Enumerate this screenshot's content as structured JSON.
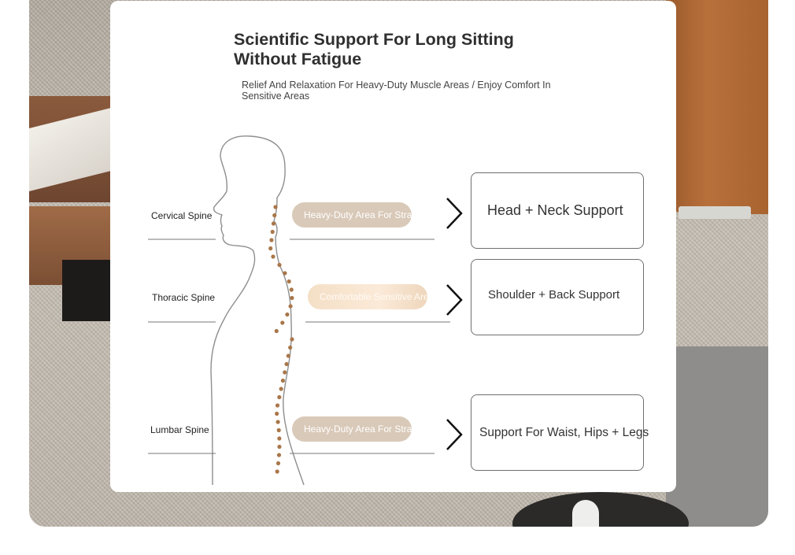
{
  "header": {
    "title": "Scientific Support For Long Sitting Without Fatigue",
    "subtitle": "Relief And Relaxation For Heavy-Duty Muscle Areas / Enjoy Comfort In Sensitive Areas"
  },
  "spine_labels": {
    "cervical": "Cervical Spine",
    "thoracic": "Thoracic Spine",
    "lumbar": "Lumbar Spine"
  },
  "zones": {
    "cervical": "Heavy-Duty Area For Stra",
    "thoracic": "Comfortable Sensitive Areas",
    "lumbar": "Heavy-Duty Area For Stra"
  },
  "supports": {
    "head_neck": "Head + Neck Support",
    "shoulder_back": "Shoulder + Back Support",
    "waist_hips_legs": "Support For Waist, Hips + Legs"
  },
  "colors": {
    "heavy_pill": "#d9c9b8",
    "sensitive_pill": "#f4dfc6",
    "spine_dots": "#a9774a"
  },
  "icons": [
    "chevron-right-icon",
    "human-silhouette-icon"
  ]
}
